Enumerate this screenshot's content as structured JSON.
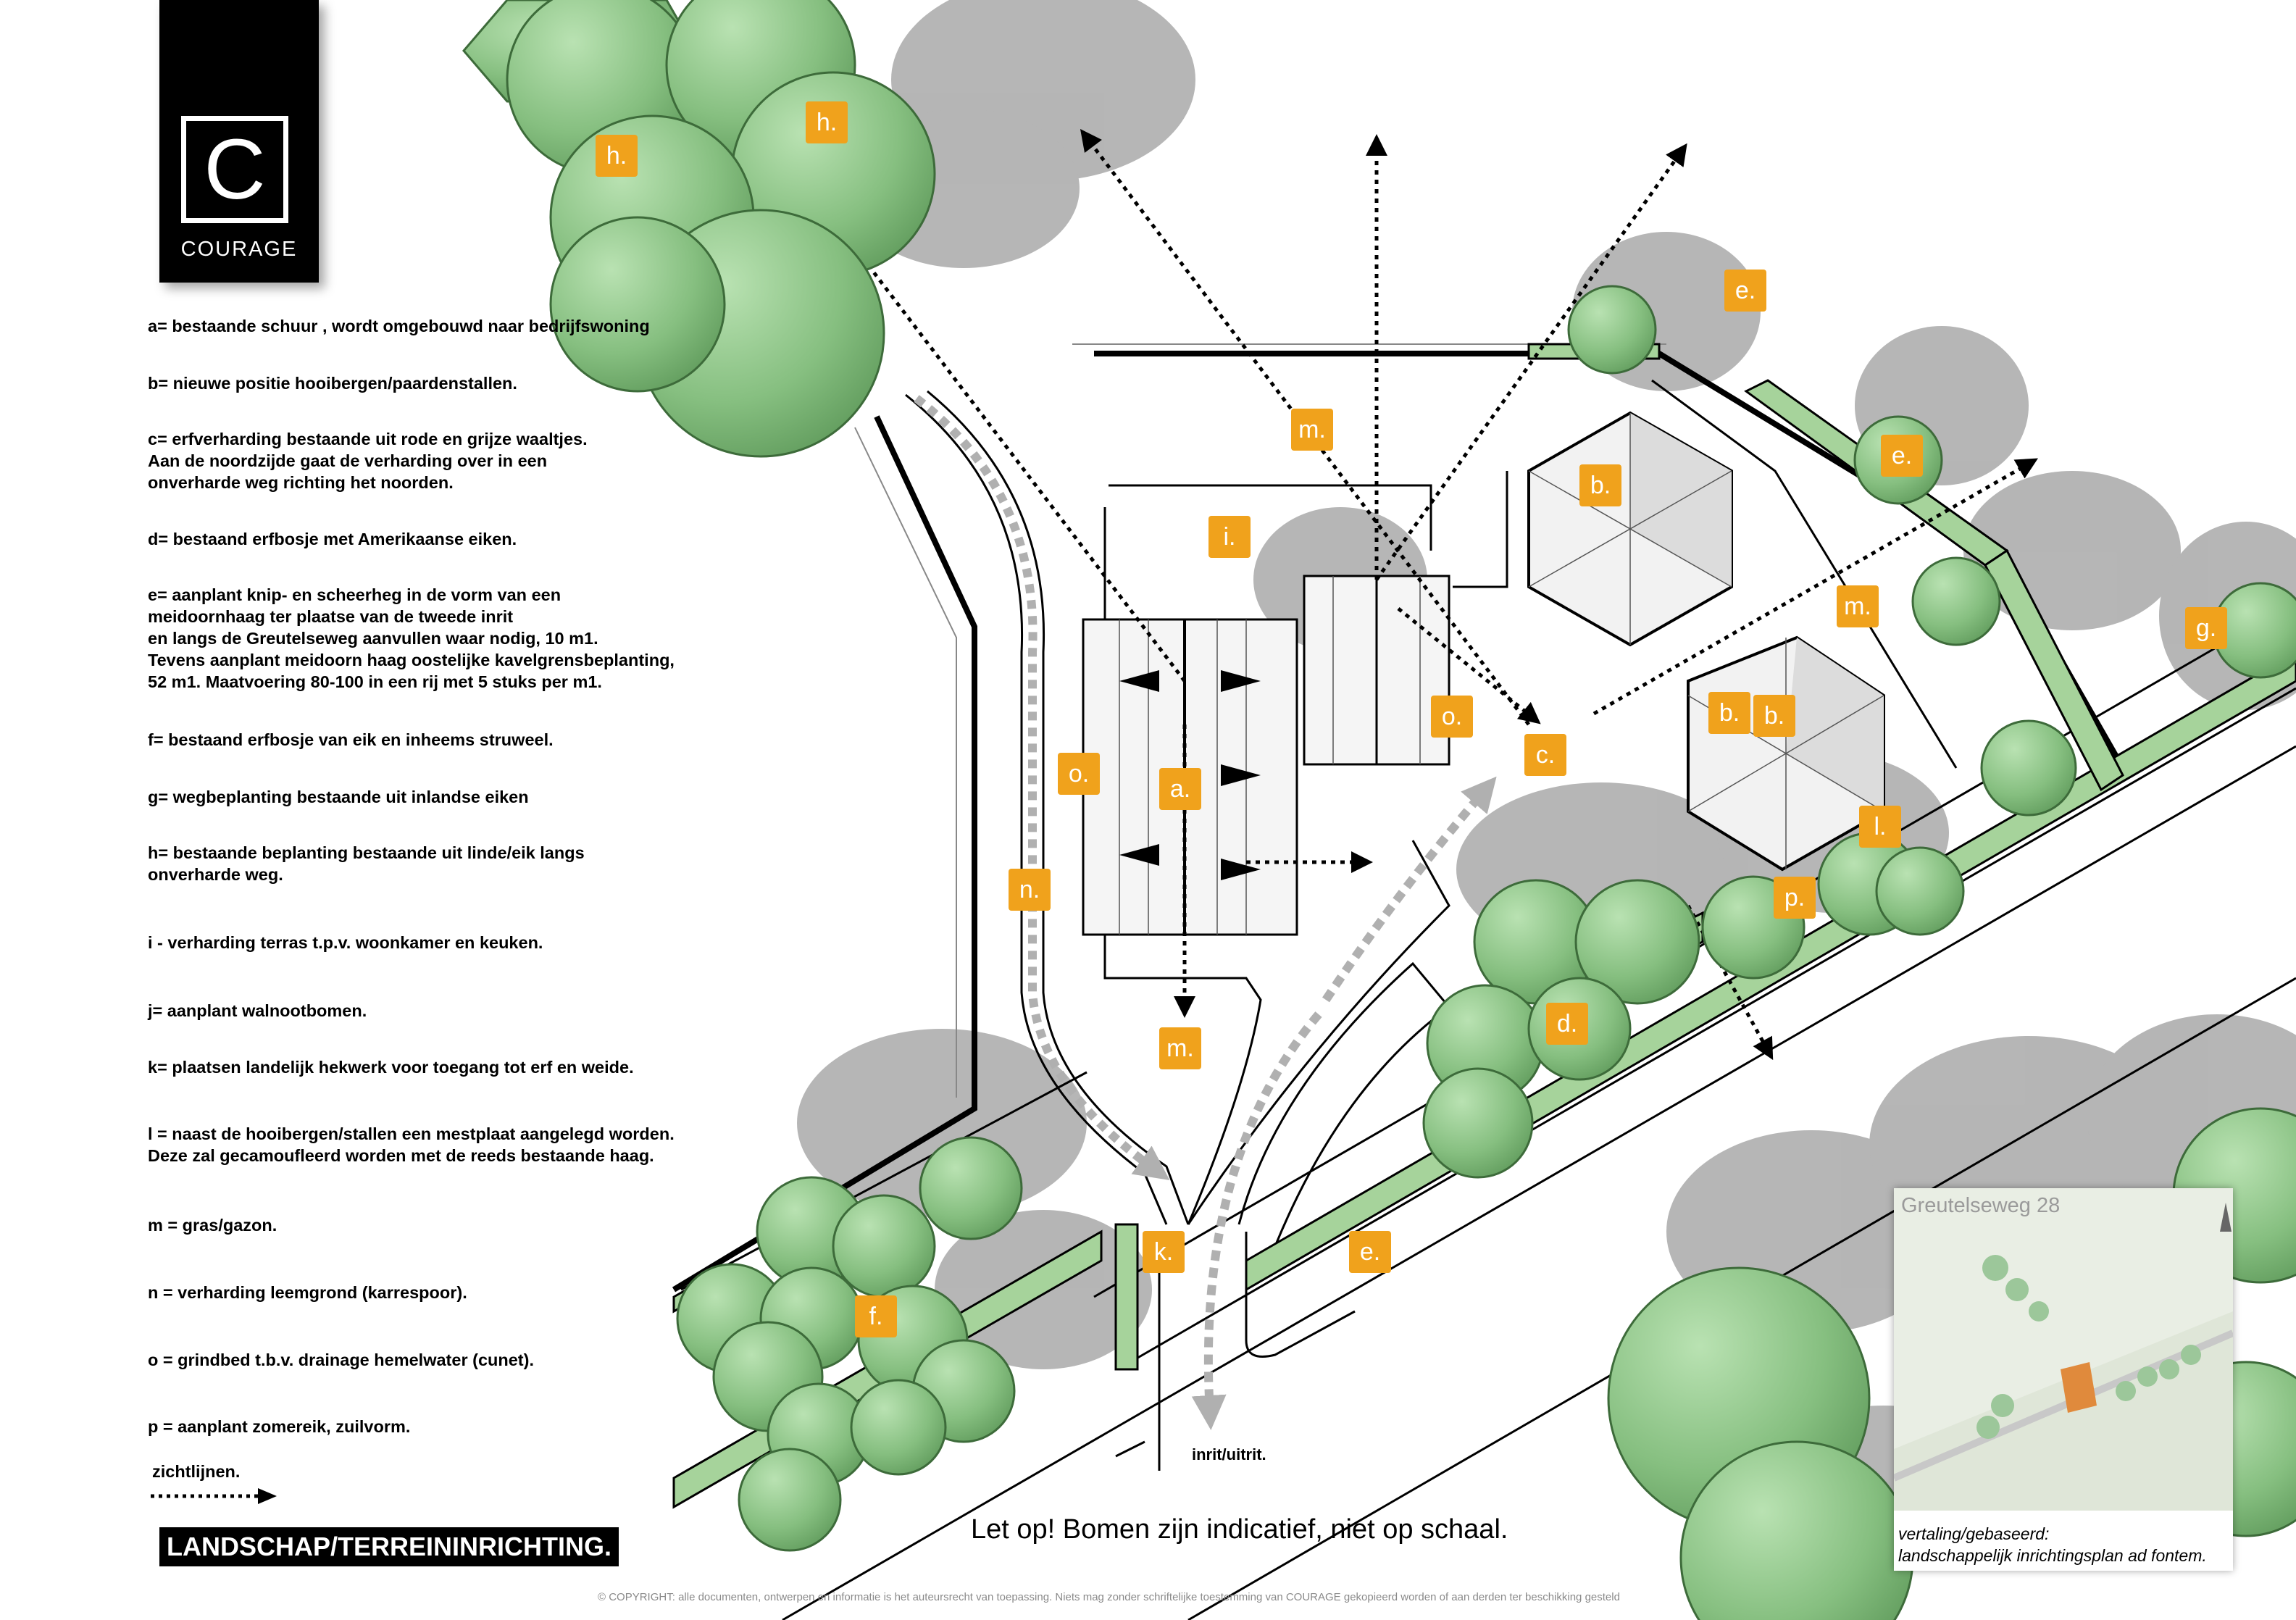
{
  "logo": {
    "letter": "C",
    "name": "COURAGE"
  },
  "legend": [
    {
      "text": "a=  bestaande schuur , wordt omgebouwd naar bedrijfswoning"
    },
    {
      "text": "b=  nieuwe positie hooibergen/paardenstallen."
    },
    {
      "text": "c=  erfverharding bestaande uit rode en grijze waaltjes.\nAan de noordzijde gaat de verharding over in een\nonverharde weg richting het noorden."
    },
    {
      "text": "d=  bestaand erfbosje met Amerikaanse eiken."
    },
    {
      "text": "e=  aanplant knip- en scheerheg in de vorm van een\nmeidoornhaag ter plaatse van de tweede inrit\nen langs de Greutelseweg aanvullen waar nodig, 10 m1.\nTevens aanplant meidoorn haag oostelijke kavelgrensbeplanting,\n52 m1. Maatvoering 80-100 in een rij met 5 stuks per m1."
    },
    {
      "text": "f=  bestaand erfbosje van eik en inheems struweel."
    },
    {
      "text": "g=  wegbeplanting bestaande uit inlandse eiken"
    },
    {
      "text": "h=  bestaande beplanting bestaande uit linde/eik langs\nonverharde weg."
    },
    {
      "text": "i - verharding terras t.p.v. woonkamer en keuken."
    },
    {
      "text": "j=  aanplant walnootbomen."
    },
    {
      "text": "k=  plaatsen landelijk hekwerk voor toegang tot erf en weide."
    },
    {
      "text": "l = naast de hooibergen/stallen een mestplaat aangelegd worden.\nDeze zal gecamoufleerd worden met de reeds bestaande haag."
    },
    {
      "text": "m = gras/gazon."
    },
    {
      "text": "n = verharding leemgrond (karrespoor)."
    },
    {
      "text": "o = grindbed t.b.v. drainage hemelwater (cunet)."
    },
    {
      "text": "p = aanplant zomereik, zuilvorm."
    }
  ],
  "sightlines_label": "zichtlijnen.",
  "title": "LANDSCHAP/TERREININRICHTING.",
  "note": "Let op! Bomen zijn indicatief, niet op schaal.",
  "entrance_label": "inrit/uitrit.",
  "copyright": "© COPYRIGHT: alle documenten, ontwerpen en informatie is het auteursrecht van toepassing. Niets mag zonder schriftelijke toestemming van COURAGE gekopieerd worden of aan derden ter beschikking gesteld",
  "inset": {
    "title": "Greutelseweg 28",
    "caption_line1": "vertaling/gebaseerd:",
    "caption_line2": "landschappelijk inrichtingsplan ad fontem."
  },
  "tags": [
    "h.",
    "h.",
    "e.",
    "m.",
    "b.",
    "e.",
    "i.",
    "m.",
    "g.",
    "o.",
    "c.",
    "b.",
    "b.",
    "o.",
    "a.",
    "l.",
    "n.",
    "p.",
    "d.",
    "m.",
    "k.",
    "e.",
    "f."
  ],
  "colors": {
    "tag": "#f0a21c",
    "tree": "#8fc48a",
    "hedge": "#a6d39b",
    "shadow": "#a3a3a3",
    "banner": "#000000"
  }
}
